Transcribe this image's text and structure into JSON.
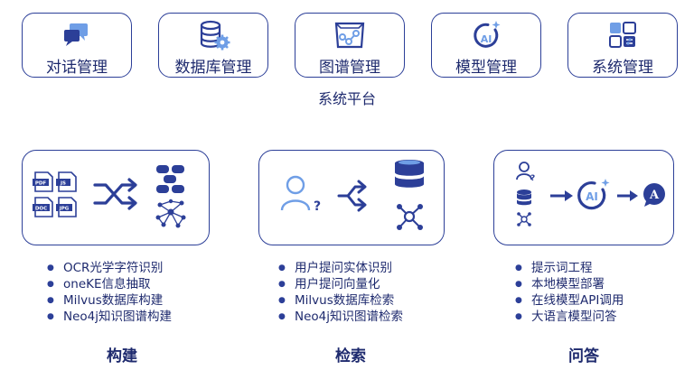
{
  "modules": [
    {
      "label": "对话管理",
      "icon": "chat-bubbles-icon"
    },
    {
      "label": "数据库管理",
      "icon": "database-gear-icon"
    },
    {
      "label": "图谱管理",
      "icon": "graph-map-icon"
    },
    {
      "label": "模型管理",
      "icon": "ai-model-icon"
    },
    {
      "label": "系统管理",
      "icon": "system-panels-icon"
    }
  ],
  "platform_label": "系统平台",
  "build": {
    "file_tags": [
      "PDF",
      "JS",
      "DOC",
      "JPG"
    ],
    "features": [
      "OCR光学字符识别",
      "oneKE信息抽取",
      "Milvus数据库构建",
      "Neo4j知识图谱构建"
    ],
    "title": "构建"
  },
  "retrieve": {
    "features": [
      "用户提问实体识别",
      "用户提问向量化",
      "Milvus数据库检索",
      "Neo4j知识图谱检索"
    ],
    "title": "检索"
  },
  "qa": {
    "ai_text": "AI",
    "answer_text": "A",
    "features": [
      "提示词工程",
      "本地模型部署",
      "在线模型API调用",
      "大语言模型问答"
    ],
    "title": "问答"
  },
  "colors": {
    "primary": "#2c3f98",
    "text": "#1e2a6e",
    "light": "#6f9ee6"
  }
}
